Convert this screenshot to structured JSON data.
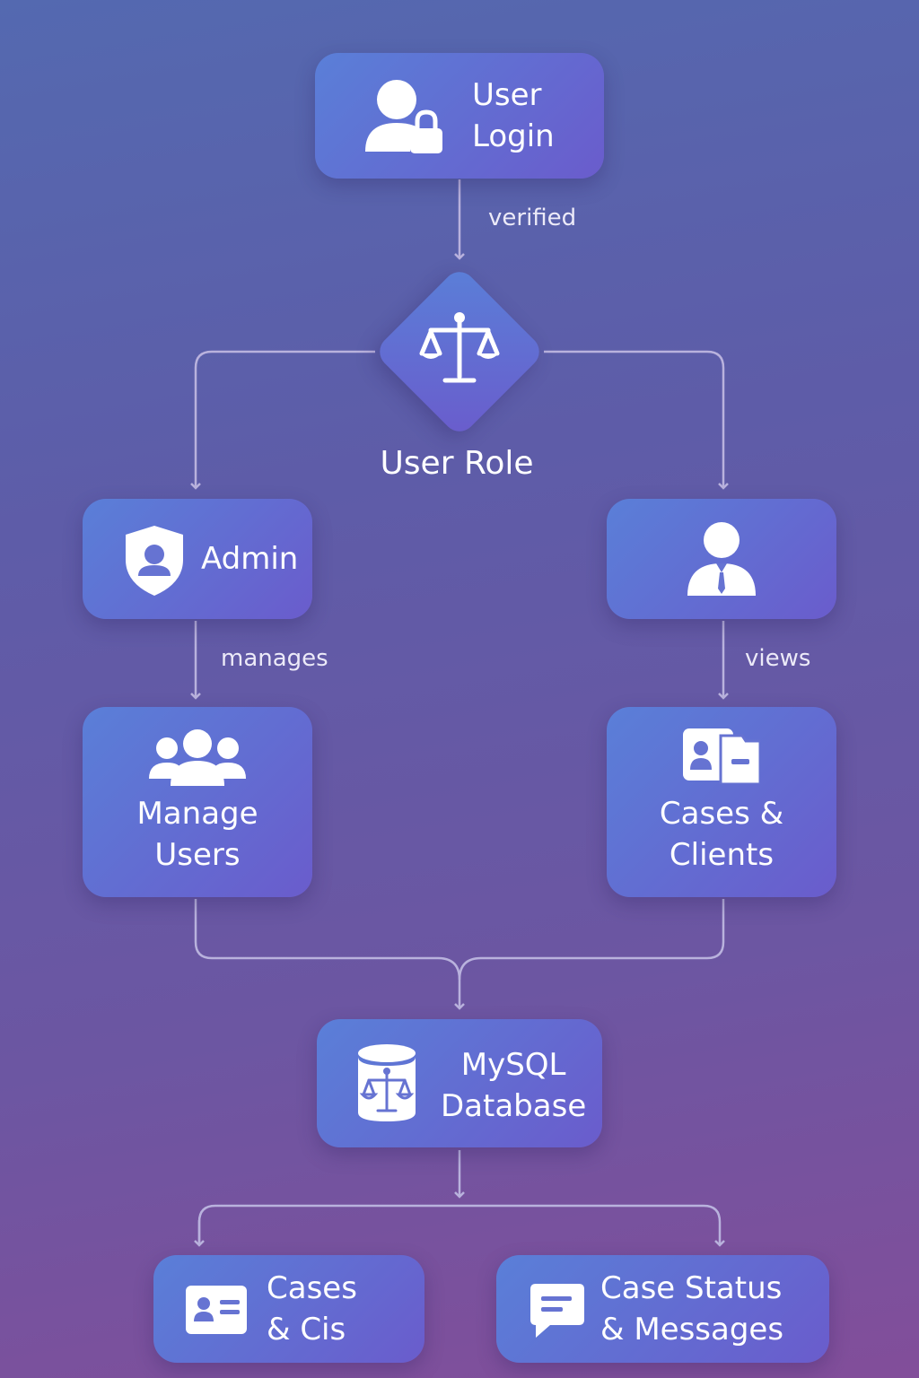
{
  "nodes": {
    "login": {
      "label_line1": "User",
      "label_line2": "Login",
      "icon": "user-lock-icon"
    },
    "role": {
      "label": "User Role",
      "icon": "scales-of-justice-icon"
    },
    "admin": {
      "label": "Admin",
      "icon": "shield-user-icon"
    },
    "lawyer": {
      "label": "",
      "icon": "person-tie-icon"
    },
    "manage_users": {
      "label_line1": "Manage",
      "label_line2": "Users",
      "icon": "users-group-icon"
    },
    "cases_clients": {
      "label_line1": "Cases &",
      "label_line2": "Clients",
      "icon": "case-folder-icon"
    },
    "database": {
      "label_line1": "MySQL",
      "label_line2": "Database",
      "icon": "database-scales-icon"
    },
    "cases_cis": {
      "label_line1": "Cases",
      "label_line2": "& Cis",
      "icon": "id-card-icon"
    },
    "status_messages": {
      "label_line1": "Case Status",
      "label_line2": "& Messages",
      "icon": "message-icon"
    }
  },
  "edges": {
    "login_to_role": "verified",
    "admin_to_manage": "manages",
    "lawyer_to_cases": "views"
  },
  "colors": {
    "background_top": "#5469b0",
    "background_bottom": "#824e9a",
    "node_fill_start": "#5a7fd8",
    "node_fill_end": "#6a5ccc",
    "connector": "#b9b2dd"
  }
}
